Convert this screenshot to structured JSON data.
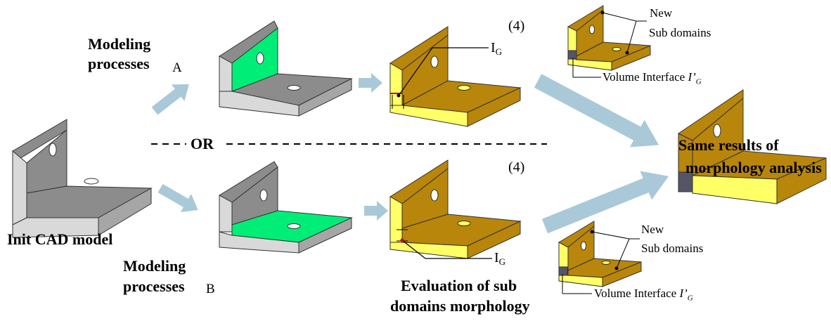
{
  "labels": {
    "init_model": "Init CAD model",
    "modeling_a_line1": "Modeling",
    "modeling_a_line2": "processes",
    "letter_a": "A",
    "modeling_b_line1": "Modeling",
    "modeling_b_line2": "processes",
    "letter_b": "B",
    "or": "OR",
    "step_top": "(4)",
    "step_bottom": "(4)",
    "interface_top": "I",
    "interface_top_sub": "G",
    "interface_bottom": "I",
    "interface_bottom_sub": "G",
    "new_top": "New",
    "subdomains_top": "Sub domains",
    "volume_top": "Volume Interface ",
    "volume_top_sym": "I’",
    "volume_top_sub": "G",
    "new_bottom": "New",
    "subdomains_bottom": "Sub domains",
    "volume_bottom": "Volume Interface ",
    "volume_bottom_sym": "I’",
    "volume_bottom_sub": "G",
    "evaluation_line1": "Evaluation of sub",
    "evaluation_line2": "domains morphology",
    "result_line1": "Same results of",
    "result_line2": "morphology analysis"
  },
  "colors": {
    "gray_top": "#8c8c8c",
    "gray_front": "#d9d9d9",
    "gray_side": "#a6a6a6",
    "green_face": "#00ee77",
    "brown_face": "#b8860b",
    "yellow_face": "#ffff66",
    "arrow": "#a9c9d9",
    "interface": "#555566"
  }
}
